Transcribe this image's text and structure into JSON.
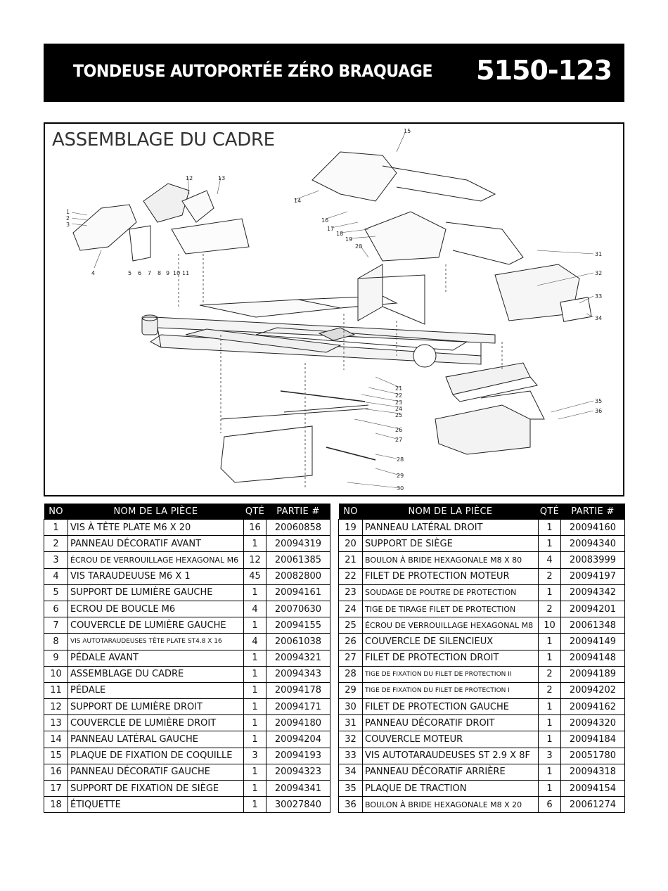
{
  "header": {
    "title": "TONDEUSE AUTOPORTÉE ZÉRO BRAQUAGE",
    "model": "5150-123"
  },
  "diagram": {
    "title": "ASSEMBLAGE DU CADRE",
    "callouts": [
      "1",
      "2",
      "3",
      "4",
      "5",
      "6",
      "7",
      "8",
      "9",
      "10",
      "11",
      "12",
      "13",
      "14",
      "15",
      "16",
      "17",
      "18",
      "19",
      "20",
      "21",
      "22",
      "23",
      "24",
      "25",
      "26",
      "27",
      "28",
      "29",
      "30",
      "31",
      "32",
      "33",
      "34",
      "35",
      "36"
    ]
  },
  "table": {
    "columns": {
      "no": "NO",
      "name": "NOM DE LA PIÈCE",
      "qty": "QTÉ",
      "part": "PARTIE #"
    },
    "left": [
      {
        "no": "1",
        "name": "VIS À TÊTE PLATE M6 X 20",
        "qty": "16",
        "part": "20060858",
        "size": ""
      },
      {
        "no": "2",
        "name": "PANNEAU DÉCORATIF AVANT",
        "qty": "1",
        "part": "20094319",
        "size": ""
      },
      {
        "no": "3",
        "name": "ÉCROU DE VERROUILLAGE HEXAGONAL M6",
        "qty": "12",
        "part": "20061385",
        "size": "sm"
      },
      {
        "no": "4",
        "name": "VIS TARAUDEUUSE M6 X 1",
        "qty": "45",
        "part": "20082800",
        "size": ""
      },
      {
        "no": "5",
        "name": "SUPPORT DE LUMIÈRE GAUCHE",
        "qty": "1",
        "part": "20094161",
        "size": ""
      },
      {
        "no": "6",
        "name": "ECROU DE BOUCLE M6",
        "qty": "4",
        "part": "20070630",
        "size": ""
      },
      {
        "no": "7",
        "name": "COUVERCLE DE LUMIÈRE GAUCHE",
        "qty": "1",
        "part": "20094155",
        "size": ""
      },
      {
        "no": "8",
        "name": "VIS AUTOTARAUDEUSES TÊTE PLATE ST4.8 X 16",
        "qty": "4",
        "part": "20061038",
        "size": "xs"
      },
      {
        "no": "9",
        "name": "PÉDALE AVANT",
        "qty": "1",
        "part": "20094321",
        "size": ""
      },
      {
        "no": "10",
        "name": "ASSEMBLAGE DU CADRE",
        "qty": "1",
        "part": "20094343",
        "size": ""
      },
      {
        "no": "11",
        "name": "PÉDALE",
        "qty": "1",
        "part": "20094178",
        "size": ""
      },
      {
        "no": "12",
        "name": "SUPPORT DE LUMIÈRE DROIT",
        "qty": "1",
        "part": "20094171",
        "size": ""
      },
      {
        "no": "13",
        "name": "COUVERCLE DE LUMIÈRE DROIT",
        "qty": "1",
        "part": "20094180",
        "size": ""
      },
      {
        "no": "14",
        "name": "PANNEAU LATÉRAL GAUCHE",
        "qty": "1",
        "part": "20094204",
        "size": ""
      },
      {
        "no": "15",
        "name": "PLAQUE DE FIXATION DE COQUILLE",
        "qty": "3",
        "part": "20094193",
        "size": ""
      },
      {
        "no": "16",
        "name": "PANNEAU DÉCORATIF GAUCHE",
        "qty": "1",
        "part": "20094323",
        "size": ""
      },
      {
        "no": "17",
        "name": "SUPPORT DE FIXATION DE SIÈGE",
        "qty": "1",
        "part": "20094341",
        "size": ""
      },
      {
        "no": "18",
        "name": "ÉTIQUETTE",
        "qty": "1",
        "part": "30027840",
        "size": ""
      }
    ],
    "right": [
      {
        "no": "19",
        "name": "PANNEAU LATÉRAL DROIT",
        "qty": "1",
        "part": "20094160",
        "size": ""
      },
      {
        "no": "20",
        "name": "SUPPORT DE SIÈGE",
        "qty": "1",
        "part": "20094340",
        "size": ""
      },
      {
        "no": "21",
        "name": "BOULON À BRIDE HEXAGONALE M8 X 80",
        "qty": "4",
        "part": "20083999",
        "size": "sm"
      },
      {
        "no": "22",
        "name": "FILET DE PROTECTION MOTEUR",
        "qty": "2",
        "part": "20094197",
        "size": ""
      },
      {
        "no": "23",
        "name": "SOUDAGE DE POUTRE DE PROTECTION",
        "qty": "1",
        "part": "20094342",
        "size": "sm"
      },
      {
        "no": "24",
        "name": "TIGE DE TIRAGE FILET DE PROTECTION",
        "qty": "2",
        "part": "20094201",
        "size": "sm"
      },
      {
        "no": "25",
        "name": "ÉCROU DE VERROUILLAGE HEXAGONAL M8",
        "qty": "10",
        "part": "20061348",
        "size": "sm"
      },
      {
        "no": "26",
        "name": "COUVERCLE DE SILENCIEUX",
        "qty": "1",
        "part": "20094149",
        "size": ""
      },
      {
        "no": "27",
        "name": "FILET DE PROTECTION DROIT",
        "qty": "1",
        "part": "20094148",
        "size": ""
      },
      {
        "no": "28",
        "name": "TIGE DE FIXATION DU FILET DE PROTECTION II",
        "qty": "2",
        "part": "20094189",
        "size": "xs"
      },
      {
        "no": "29",
        "name": "TIGE DE FIXATION DU FILET DE PROTECTION I",
        "qty": "2",
        "part": "20094202",
        "size": "xs"
      },
      {
        "no": "30",
        "name": "FILET DE PROTECTION GAUCHE",
        "qty": "1",
        "part": "20094162",
        "size": ""
      },
      {
        "no": "31",
        "name": "PANNEAU DÉCORATIF DROIT",
        "qty": "1",
        "part": "20094320",
        "size": ""
      },
      {
        "no": "32",
        "name": "COUVERCLE MOTEUR",
        "qty": "1",
        "part": "20094184",
        "size": ""
      },
      {
        "no": "33",
        "name": "VIS AUTOTARAUDEUSES ST 2.9 X 8F",
        "qty": "3",
        "part": "20051780",
        "size": ""
      },
      {
        "no": "34",
        "name": "PANNEAU DÉCORATIF ARRIÈRE",
        "qty": "1",
        "part": "20094318",
        "size": ""
      },
      {
        "no": "35",
        "name": "PLAQUE DE TRACTION",
        "qty": "1",
        "part": "20094154",
        "size": ""
      },
      {
        "no": "36",
        "name": "BOULON À BRIDE HEXAGONALE M8 X 20",
        "qty": "6",
        "part": "20061274",
        "size": "sm"
      }
    ]
  }
}
